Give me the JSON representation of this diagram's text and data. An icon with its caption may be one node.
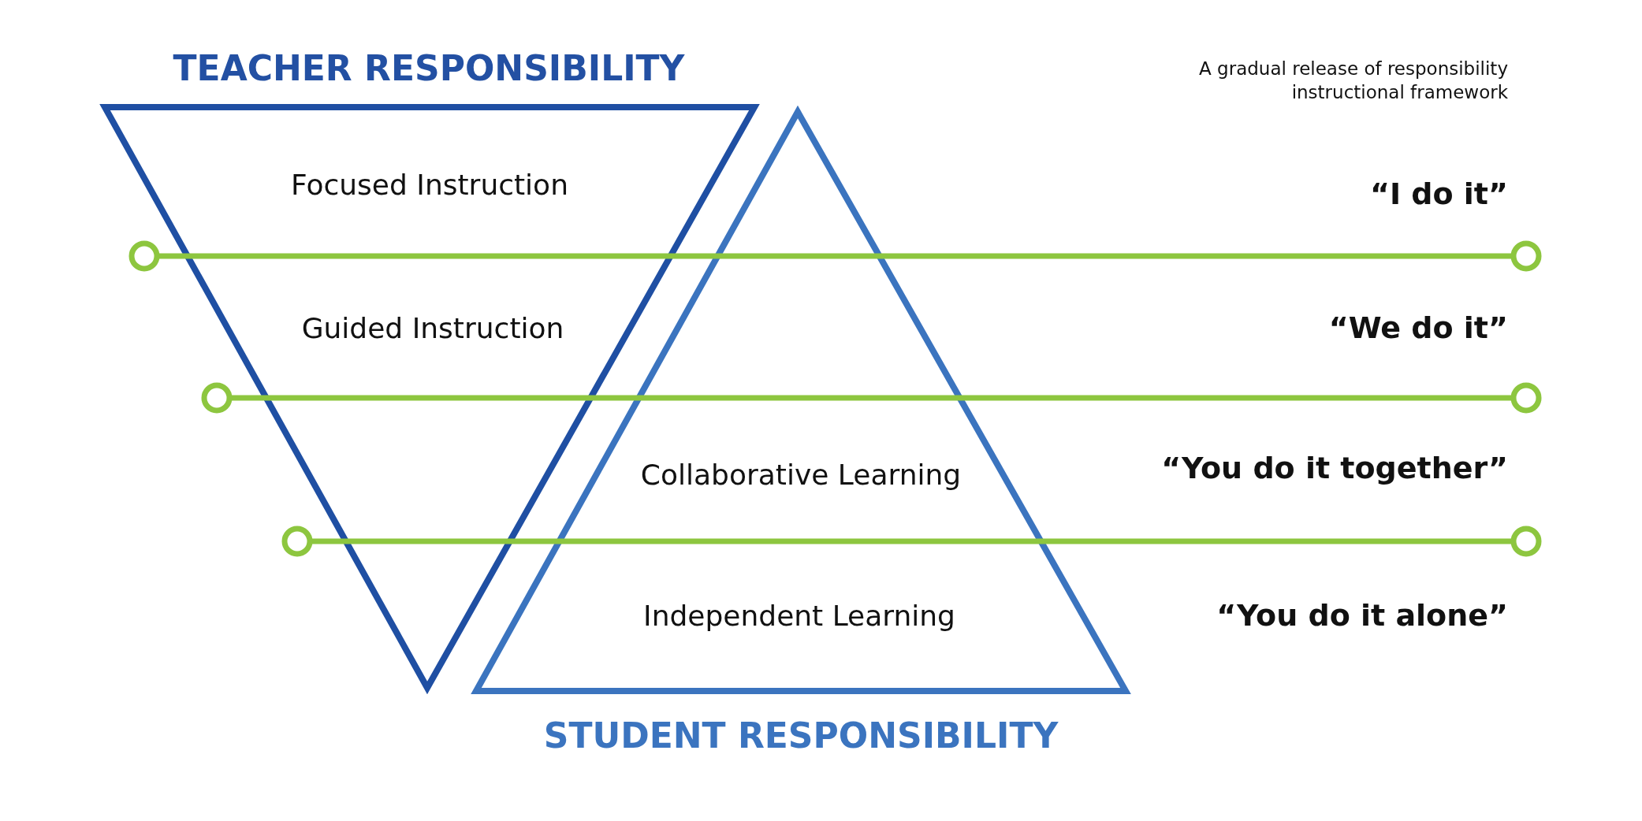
{
  "diagram": {
    "title": "A gradual release of responsibility instructional framework",
    "nodes": [
      {
        "text": [
          "TEACHER RESPONSIBILITY",
          "Focused Instruction",
          "Guided Instruction"
        ]
      },
      {
        "text": [
          "Collaborative Learning",
          "Independent Learning",
          "STUDENT RESPONSIBILITY"
        ]
      }
    ],
    "labels": [
      "“I do it”",
      "“We do it”",
      "“You do it together”",
      "“You do it alone”"
    ]
  }
}
